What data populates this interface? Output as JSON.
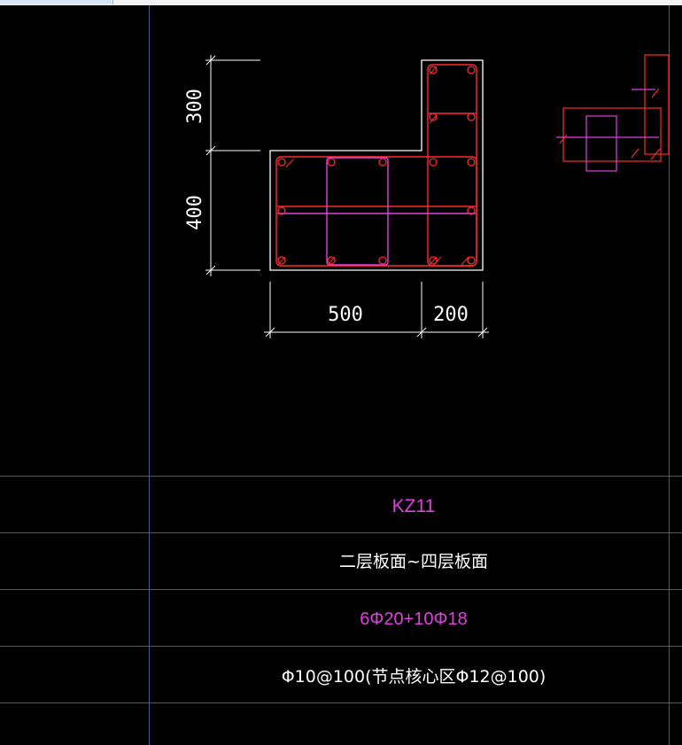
{
  "colors": {
    "background": "#000000",
    "grid": "#3d5f86",
    "outline": "#ffffff",
    "stirrup": "#ff2a2a",
    "tie": "#e040e0",
    "dimension": "#ffffff"
  },
  "section": {
    "dims": {
      "top_height": "300",
      "bottom_height": "400",
      "left_width": "500",
      "right_width": "200"
    }
  },
  "table": {
    "name": "KZ11",
    "floors": "二层板面~四层板面",
    "longitudinal_rebar": "6Φ20+10Φ18",
    "stirrups": "Φ10@100(节点核心区Φ12@100)"
  }
}
